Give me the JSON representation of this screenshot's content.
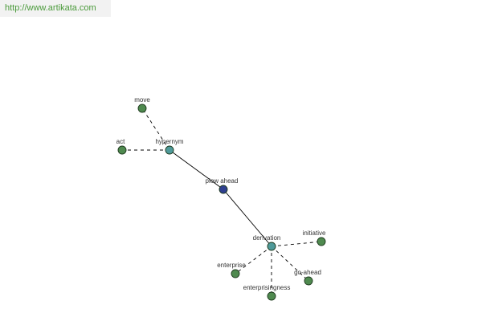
{
  "watermark": "http://www.artikata.com",
  "colors": {
    "leaf": "#4f8a4f",
    "relation": "#4f9a9a",
    "center": "#2e3f8f"
  },
  "nodes": [
    {
      "id": "move",
      "label": "move",
      "kind": "leaf"
    },
    {
      "id": "act",
      "label": "act",
      "kind": "leaf"
    },
    {
      "id": "hypernym",
      "label": "hypernym",
      "kind": "relation"
    },
    {
      "id": "plow-ahead",
      "label": "plow ahead",
      "kind": "center"
    },
    {
      "id": "derivation",
      "label": "derivation",
      "kind": "relation"
    },
    {
      "id": "initiative",
      "label": "initiative",
      "kind": "leaf"
    },
    {
      "id": "enterprise",
      "label": "enterprise",
      "kind": "leaf"
    },
    {
      "id": "go-ahead",
      "label": "go-ahead",
      "kind": "leaf"
    },
    {
      "id": "enterprisingness",
      "label": "enterprisingness",
      "kind": "leaf"
    }
  ],
  "edges": [
    {
      "from": "hypernym",
      "to": "move",
      "style": "dashed"
    },
    {
      "from": "hypernym",
      "to": "act",
      "style": "dashed"
    },
    {
      "from": "hypernym",
      "to": "plow-ahead",
      "style": "solid"
    },
    {
      "from": "plow-ahead",
      "to": "derivation",
      "style": "solid"
    },
    {
      "from": "derivation",
      "to": "initiative",
      "style": "dashed"
    },
    {
      "from": "derivation",
      "to": "enterprise",
      "style": "dashed"
    },
    {
      "from": "derivation",
      "to": "go-ahead",
      "style": "dashed"
    },
    {
      "from": "derivation",
      "to": "enterprisingness",
      "style": "dashed"
    }
  ]
}
